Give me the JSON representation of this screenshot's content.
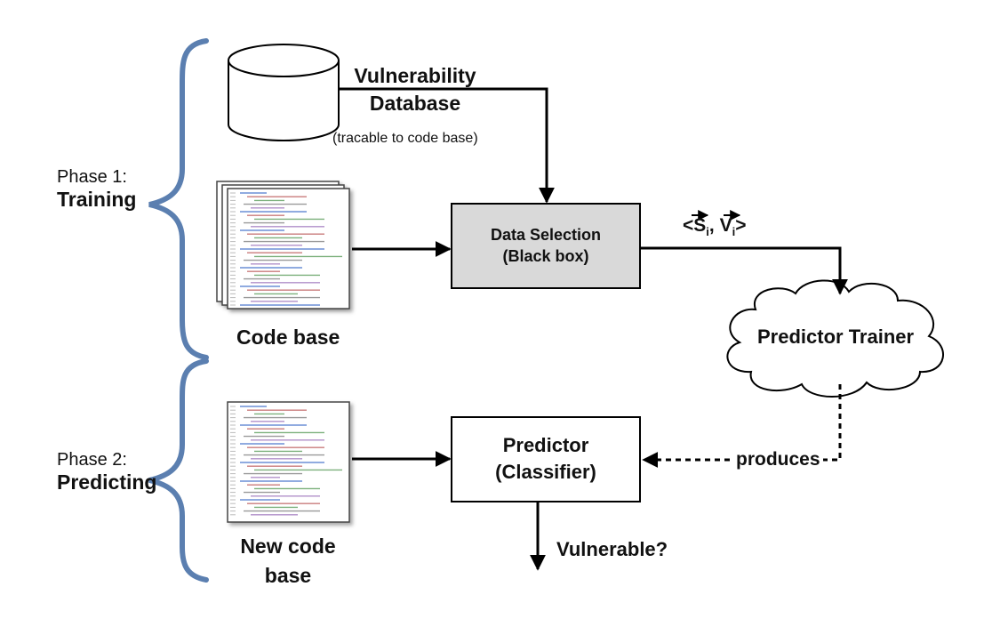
{
  "phase1": {
    "line1": "Phase 1:",
    "line2": "Training"
  },
  "phase2": {
    "line1": "Phase 2:",
    "line2": "Predicting"
  },
  "database": {
    "line1": "Vulnerability",
    "line2": "Database",
    "note": "(tracable to code base)"
  },
  "code_base": {
    "label": "Code base"
  },
  "new_code_base": {
    "line1": "New code",
    "line2": "base"
  },
  "data_selection": {
    "line1": "Data Selection",
    "line2": "(Black box)"
  },
  "vector_label": {
    "open": "<",
    "s": "S",
    "s_sub": "i",
    "comma": ", ",
    "v": "V",
    "v_sub": "i",
    "close": ">"
  },
  "trainer": {
    "label": "Predictor Trainer"
  },
  "predictor": {
    "line1": "Predictor",
    "line2": "(Classifier)"
  },
  "produces": {
    "label": "produces"
  },
  "output": {
    "label": "Vulnerable?"
  },
  "colors": {
    "brace": "#5b7fb0",
    "box_fill": "#d9d9d9",
    "stroke": "#000000"
  }
}
